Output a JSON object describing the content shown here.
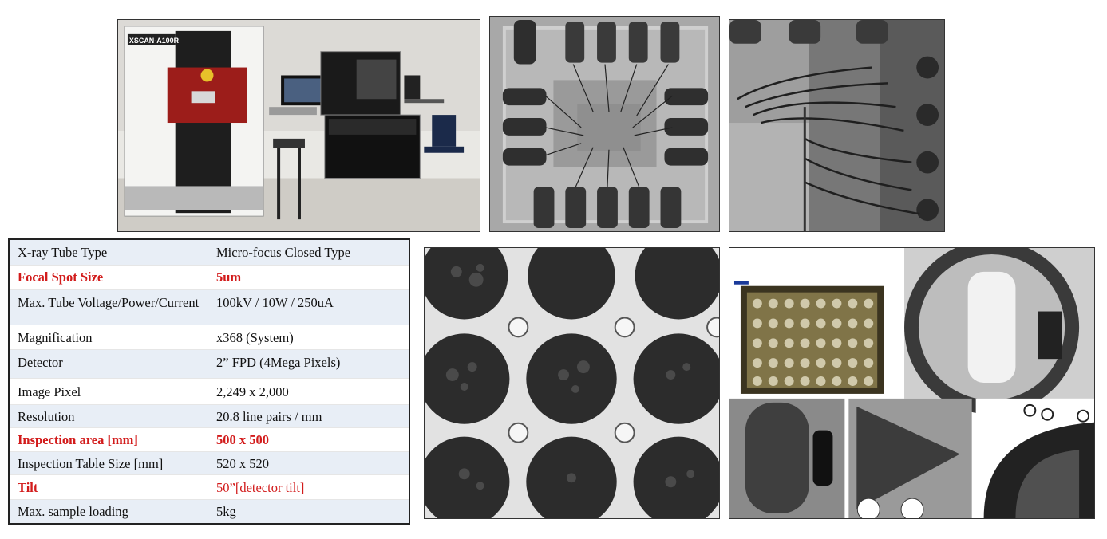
{
  "machine": {
    "brand_label": "XSCAN-A100R"
  },
  "specs": {
    "rows": [
      {
        "label": "X-ray Tube  Type",
        "value": "Micro-focus  Closed  Type"
      },
      {
        "label": "Focal  Spot  Size",
        "value": "5um"
      },
      {
        "label": "Max.  Tube Voltage/Power/Current",
        "value": "100kV  /  10W  /  250uA"
      },
      {
        "label": "Magnification",
        "value": "x368  (System)"
      },
      {
        "label": "Detector",
        "value": "2” FPD (4Mega  Pixels)"
      },
      {
        "label": "Image  Pixel",
        "value": "2,249  x  2,000"
      },
      {
        "label": "Resolution",
        "value": "20.8  line pairs  /  mm"
      },
      {
        "label": "Inspection area [mm]",
        "value": "500  x  500"
      },
      {
        "label": "Inspection Table Size [mm]",
        "value": "520  x  520"
      },
      {
        "label": "Tilt",
        "value": "50”[detector tilt]"
      },
      {
        "label": "Max.  sample loading",
        "value": "5kg"
      }
    ]
  },
  "colors": {
    "highlight": "#d21b1b",
    "row_tint": "#e8eef6"
  }
}
